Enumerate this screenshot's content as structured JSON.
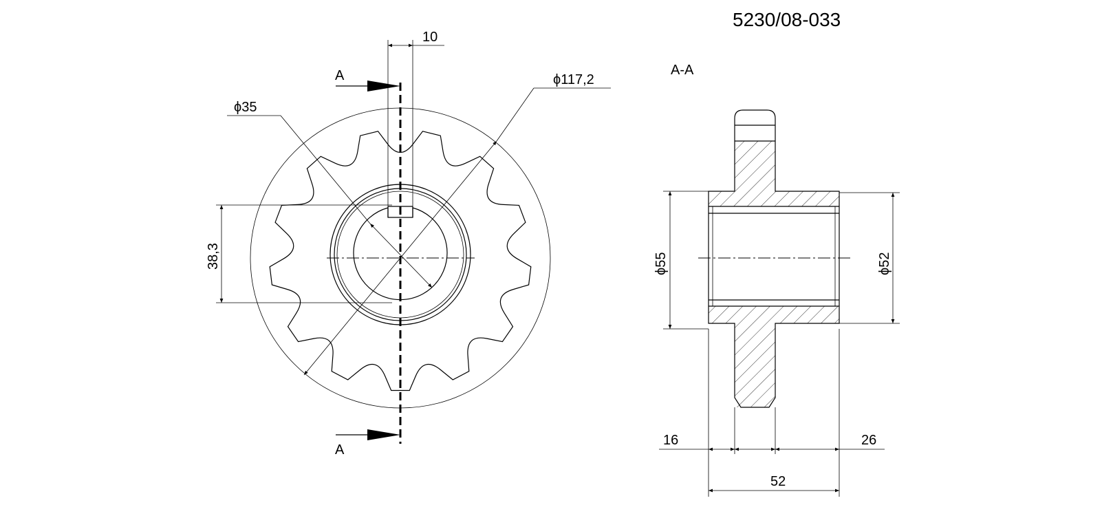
{
  "drawing": {
    "number": "5230/08-033",
    "section_label": "A-A",
    "cut_marker_top": "A",
    "cut_marker_bottom": "A"
  },
  "dimensions": {
    "key_width": "10",
    "outer_diameter": "117,2",
    "bore_diameter": "35",
    "key_height": "38,3",
    "hub_diameter_left": "55",
    "hub_diameter_right": "52",
    "hub_left": "16",
    "hub_right": "26",
    "total_length": "52"
  },
  "symbols": {
    "diameter": "ϕ"
  }
}
